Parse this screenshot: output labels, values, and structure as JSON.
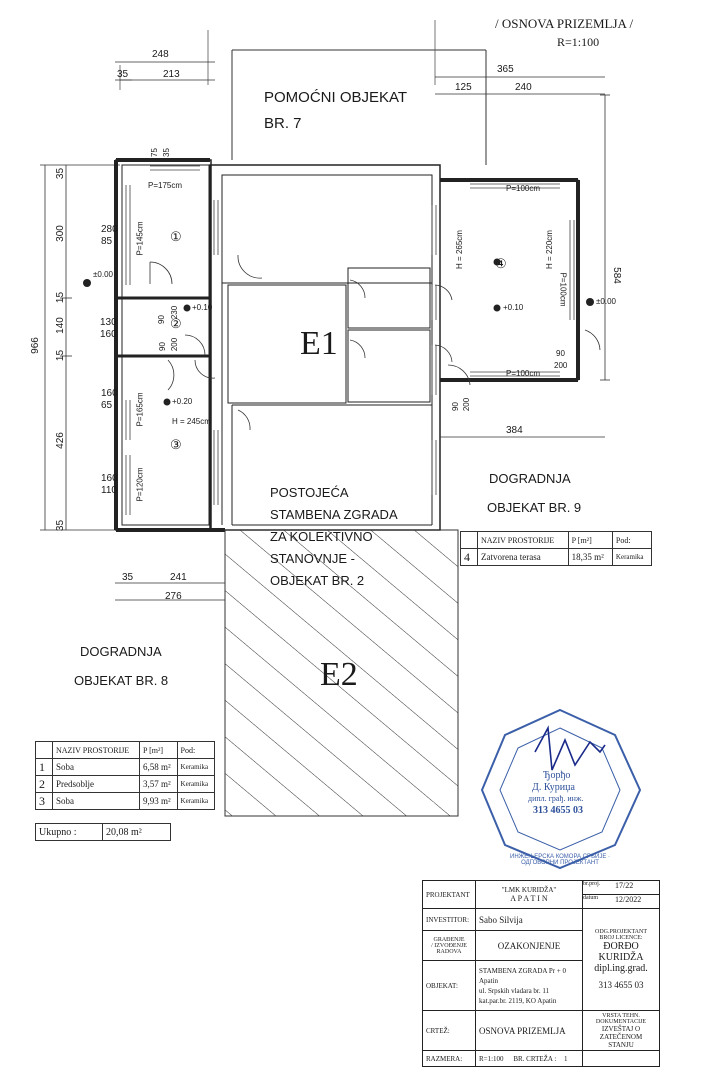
{
  "header": {
    "title": "/ OSNOVA PRIZEMLJA /",
    "scale": "R=1:100"
  },
  "dimensions": {
    "top_248": "248",
    "top_35": "35",
    "top_213": "213",
    "top_365": "365",
    "top_125": "125",
    "top_240": "240",
    "left_966": "966",
    "left_300": "300",
    "left_15a": "15",
    "left_140": "140",
    "left_15b": "15",
    "left_426": "426",
    "left_35a": "35",
    "left_35b": "35",
    "w_280": "280",
    "w_85": "85",
    "w_130": "130",
    "w_160": "160",
    "w_160b": "160",
    "w_65": "65",
    "w_160c": "160",
    "w_110": "110",
    "v_75": "75",
    "v_35": "35",
    "d_90a": "90",
    "d_230": "230",
    "d_90b": "90",
    "d_200a": "200",
    "d_90c": "90",
    "d_200b": "200",
    "d_90d": "90",
    "d_200c": "200",
    "right_584": "584",
    "right_384": "384",
    "bottom_35": "35",
    "bottom_241": "241",
    "bottom_276": "276"
  },
  "plan_labels": {
    "pomocni_line1": "POMOĆNI OBJEKAT",
    "pomocni_line2": "BR. 7",
    "e1": "E1",
    "e2": "E2",
    "postojeca_1": "POSTOJEĆA",
    "postojeca_2": "STAMBENA ZGRADA",
    "postojeca_3": "ZA KOLEKTIVNO",
    "postojeca_4": "STANOVNJE -",
    "postojeca_5": "OBJEKAT BR. 2",
    "dogradnja9_1": "DOGRADNJA",
    "dogradnja9_2": "OBJEKAT BR. 9",
    "dogradnja8_1": "DOGRADNJA",
    "dogradnja8_2": "OBJEKAT BR. 8",
    "room1": "①",
    "room2": "②",
    "room3": "③",
    "room4": "④",
    "p175": "P=175cm",
    "p145": "P=145cm",
    "p165": "P=165cm",
    "p120": "P=120cm",
    "p100a": "P=100cm",
    "p100b": "P=100cm",
    "p100c": "P=100cm",
    "h265": "H = 265cm",
    "h220": "H = 220cm",
    "h245": "H = 245cm",
    "lvl_000a": "±0.00",
    "lvl_010a": "+0.10",
    "lvl_020": "+0.20",
    "lvl_010b": "+0.10",
    "lvl_000b": "±0.00"
  },
  "room_table_small": {
    "headers": [
      "",
      "NAZIV PROSTORIJE",
      "P [m²]",
      "Pod:"
    ],
    "rows": [
      [
        "4",
        "Zatvorena terasa",
        "18,35 m²",
        "Keramika"
      ]
    ]
  },
  "room_table_main": {
    "headers": [
      "",
      "NAZIV PROSTORIJE",
      "P [m²]",
      "Pod:"
    ],
    "rows": [
      [
        "1",
        "Soba",
        "6,58 m²",
        "Keramika"
      ],
      [
        "2",
        "Predsoblje",
        "3,57 m²",
        "Keramika"
      ],
      [
        "3",
        "Soba",
        "9,93 m²",
        "Keramika"
      ]
    ],
    "total_label": "Ukupno :",
    "total_value": "20,08 m²"
  },
  "stamp": {
    "line1": "Ђорђо",
    "line2": "Д. Куриџа",
    "line3": "дипл. грађ. инж.",
    "line4": "313 4655 03",
    "ring": "ИНЖЕЊЕРСКА КОМОРА СРБИЈЕ · ОДГОВОРНИ ПРОЈЕКТАНТ"
  },
  "title_block": {
    "projektant_label": "PROJEKTANT",
    "projektant_value_1": "\"LMK KURIDŽA\"",
    "projektant_value_2": "A P A T I N",
    "br_proj_label": "br.proj.",
    "br_proj_value": "17/22",
    "datum_label": "datum",
    "datum_value": "12/2022",
    "investitor_label": "INVESTITOR:",
    "investitor_value": "Sabo Silvija",
    "odg_label_1": "ODG.PROJEKTANT",
    "odg_label_2": "BROJ LICENCE:",
    "odg_name_1": "ĐORĐO",
    "odg_name_2": "KURIDŽA",
    "odg_name_3": "dipl.ing.grad.",
    "odg_licence": "313 4655 03",
    "gradjenje_label_1": "GRAĐENJE",
    "gradjenje_label_2": "/ IZVOĐENJE",
    "gradjenje_label_3": "RADOVA",
    "gradjenje_value": "OZAKONJENJE",
    "objekat_label": "OBJEKAT:",
    "objekat_1": "STAMBENA ZGRADA Pr + 0",
    "objekat_2": "Apatin",
    "objekat_3": "ul. Srpskih vladara br. 11",
    "objekat_4": "kat.par.br. 2119, KO Apatin",
    "crtez_label": "CRTEŽ:",
    "crtez_value": "OSNOVA PRIZEMLJA",
    "vrsta_1": "VRSTA TEHN.",
    "vrsta_2": "DOKUMENTACIJE",
    "vrsta_3": "IZVEŠTAJ O ZATEČENOM",
    "vrsta_4": "STANJU",
    "razmera_label": "RAZMERA:",
    "razmera_value": "R=1:100",
    "br_crteza_label": "BR. CRTEŽA :",
    "br_crteza_value": "1"
  }
}
